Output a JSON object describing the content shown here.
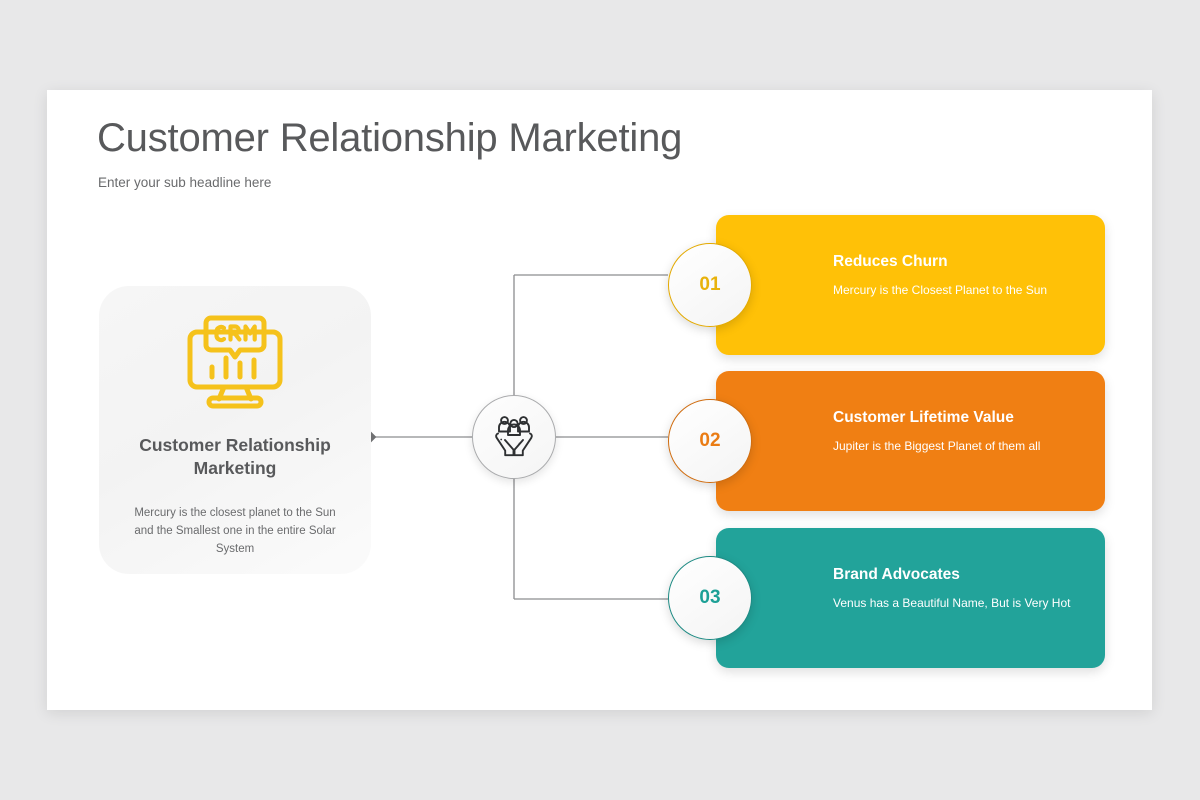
{
  "slide": {
    "title": "Customer Relationship Marketing",
    "subtitle": "Enter your sub headline here",
    "background_color": "#FFFFFF",
    "page_background_color": "#E8E8E9"
  },
  "hero": {
    "icon": "crm-monitor-chart-icon",
    "icon_color": "#F5C21B",
    "title": "Customer Relationship Marketing",
    "description": "Mercury is the closest planet to the Sun and the Smallest one in the entire Solar System"
  },
  "hub": {
    "icon": "hands-holding-people-icon",
    "icon_color": "#2E3032",
    "border_color": "#A9AAAC"
  },
  "connector": {
    "line_color": "#8C8D8F",
    "endpoint_marker": "diamond-marker"
  },
  "cards": [
    {
      "number": "01",
      "title": "Reduces Churn",
      "description": "Mercury is the Closest Planet to the Sun",
      "color": "#FFC107",
      "badge_border_color": "#E3A900",
      "badge_text_color": "#E8B20B"
    },
    {
      "number": "02",
      "title": "Customer Lifetime Value",
      "description": "Jupiter is the Biggest Planet of them all",
      "color": "#F07F13",
      "badge_border_color": "#CF6C0F",
      "badge_text_color": "#EA7C14"
    },
    {
      "number": "03",
      "title": "Brand Advocates",
      "description": "Venus has a Beautiful Name, But is Very Hot",
      "color": "#22A39A",
      "badge_border_color": "#1D8A83",
      "badge_text_color": "#1DA096"
    }
  ]
}
